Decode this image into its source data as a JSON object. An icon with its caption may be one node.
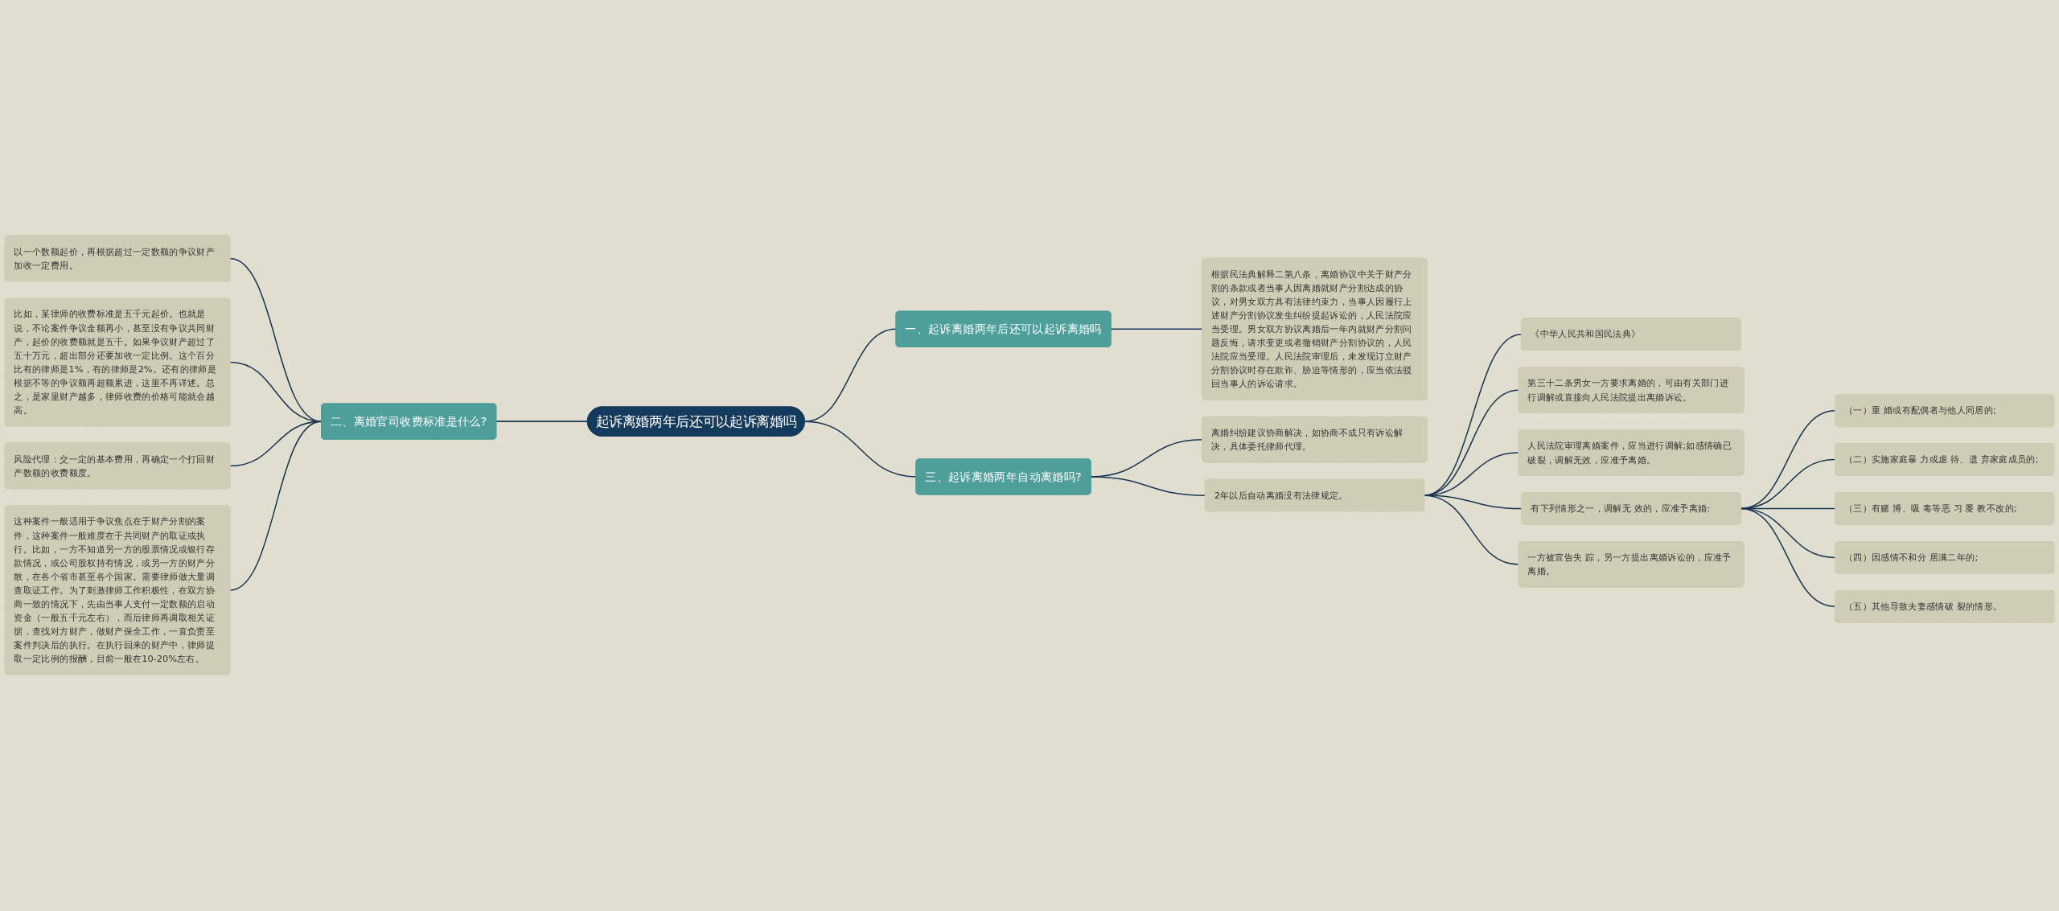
{
  "diagram": {
    "nodes": [
      {
        "text": [
          "起诉离婚两年后还可以起诉离婚吗"
        ]
      },
      {
        "text": [
          "一、起诉离婚两年后还可以起诉离婚吗"
        ]
      },
      {
        "text": [
          "根据民法典解释二第八条，离婚协议中关于财产分割的条款或者当事人因离婚就财产分割达成的协议，对男女双方具有法律约束力，当事人因履行上述财产分割协议发生纠纷提起诉讼的，人民法院应当受理。男女双方协议离婚后一年内就财产分割问题反悔，请求变更或者撤销财产分割协议的，人民法院应当受理。人民法院审理后，未发现订立财产分割协议时存在欺诈、胁迫等情形的，应当依法驳回当事人的诉讼请求。"
        ]
      },
      {
        "text": [
          "二、离婚官司收费标准是什么?"
        ]
      },
      {
        "text": [
          "以一个数额起价，再根据超过一定数额的争议财产加收一定费用。"
        ]
      },
      {
        "text": [
          "比如，某律师的收费标准是五千元起价。也就是说，不论案件争议金额再小，甚至没有争议共同财产，起价的收费额就是五千。如果争议财产超过了五十万元，超出部分还要加收一定比例。这个百分比有的律师是1%，有的律师是2%。还有的律师是根据不等的争议额再超额累进，这里不再详述。总之，是家里财产越多，律师收费的价格可能就会越高。"
        ]
      },
      {
        "text": [
          "风险代理：交一定的基本费用，再确定一个打回财产数额的收费额度。"
        ]
      },
      {
        "text": [
          "这种案件一般适用于争议焦点在于财产分割的案件，这种案件一般难度在于共同财产的取证或执行。比如，一方不知道另一方的股票情况或银行存款情况，或公司股权持有情况，或另一方的财产分散，在各个省市甚至各个国家。需要律师做大量调查取证工作。为了刺激律师工作积极性，在双方协商一致的情况下，先由当事人支付一定数额的启动资金（一般五千元左右），而后律师再调取相关证据，查找对方财产，做财产保全工作，一直负责至案件判决后的执行。在执行回来的财产中，律师提取一定比例的报酬，目前一般在10-20%左右。"
        ]
      },
      {
        "text": [
          "三、起诉离婚两年自动离婚吗?"
        ]
      },
      {
        "text": [
          "离婚纠纷建议协商解决，如协商不成只有诉讼解决，具体委托律师代理。"
        ]
      },
      {
        "text": [
          "2年以后自动离婚没有法律规定。"
        ]
      },
      {
        "text": [
          "《中华人民共和国民法典》"
        ]
      },
      {
        "text": [
          "第三十二条男女一方要求离婚的，可由有关部门进行调解或直接向人民法院提出离婚诉讼。"
        ]
      },
      {
        "text": [
          "人民法院审理离婚案件，应当进行调解;如感情确已破裂，调解无效，应准予离婚。"
        ]
      },
      {
        "text": [
          "有下列情形之一，调解无 效的，应准予离婚:"
        ]
      },
      {
        "text": [
          "（一）重 婚或有配偶者与他人同居的;"
        ]
      },
      {
        "text": [
          "（二）实施家庭暴 力或虐 待、遗 弃家庭成员的;"
        ]
      },
      {
        "text": [
          "（三）有赌 博、吸 毒等恶 习 屡 教不改的;"
        ]
      },
      {
        "text": [
          "（四）因感情不和分 居满二年的;"
        ]
      },
      {
        "text": [
          "（五）其他导致夫妻感情破 裂的情形。"
        ]
      },
      {
        "text": [
          "一方被宣告失 踪，另一方提出离婚诉讼的，应准予离婚。"
        ]
      }
    ],
    "edges": [
      {
        "from": 0,
        "to": 1,
        "arrow": "none"
      },
      {
        "from": 1,
        "to": 2,
        "arrow": "none"
      },
      {
        "from": 3,
        "to": 0,
        "arrow": "none"
      },
      {
        "from": 4,
        "to": 3,
        "arrow": "none"
      },
      {
        "from": 5,
        "to": 3,
        "arrow": "none"
      },
      {
        "from": 6,
        "to": 3,
        "arrow": "none"
      },
      {
        "from": 7,
        "to": 3,
        "arrow": "none"
      },
      {
        "from": 0,
        "to": 8,
        "arrow": "none"
      },
      {
        "from": 8,
        "to": 9,
        "arrow": "none"
      },
      {
        "from": 8,
        "to": 10,
        "arrow": "none"
      },
      {
        "from": 10,
        "to": 11,
        "arrow": "none"
      },
      {
        "from": 10,
        "to": 12,
        "arrow": "none"
      },
      {
        "from": 10,
        "to": 13,
        "arrow": "none"
      },
      {
        "from": 10,
        "to": 14,
        "arrow": "none"
      },
      {
        "from": 14,
        "to": 15,
        "arrow": "none"
      },
      {
        "from": 14,
        "to": 16,
        "arrow": "none"
      },
      {
        "from": 14,
        "to": 17,
        "arrow": "none"
      },
      {
        "from": 14,
        "to": 18,
        "arrow": "none"
      },
      {
        "from": 14,
        "to": 19,
        "arrow": "none"
      },
      {
        "from": 10,
        "to": 20,
        "arrow": "none"
      }
    ]
  }
}
